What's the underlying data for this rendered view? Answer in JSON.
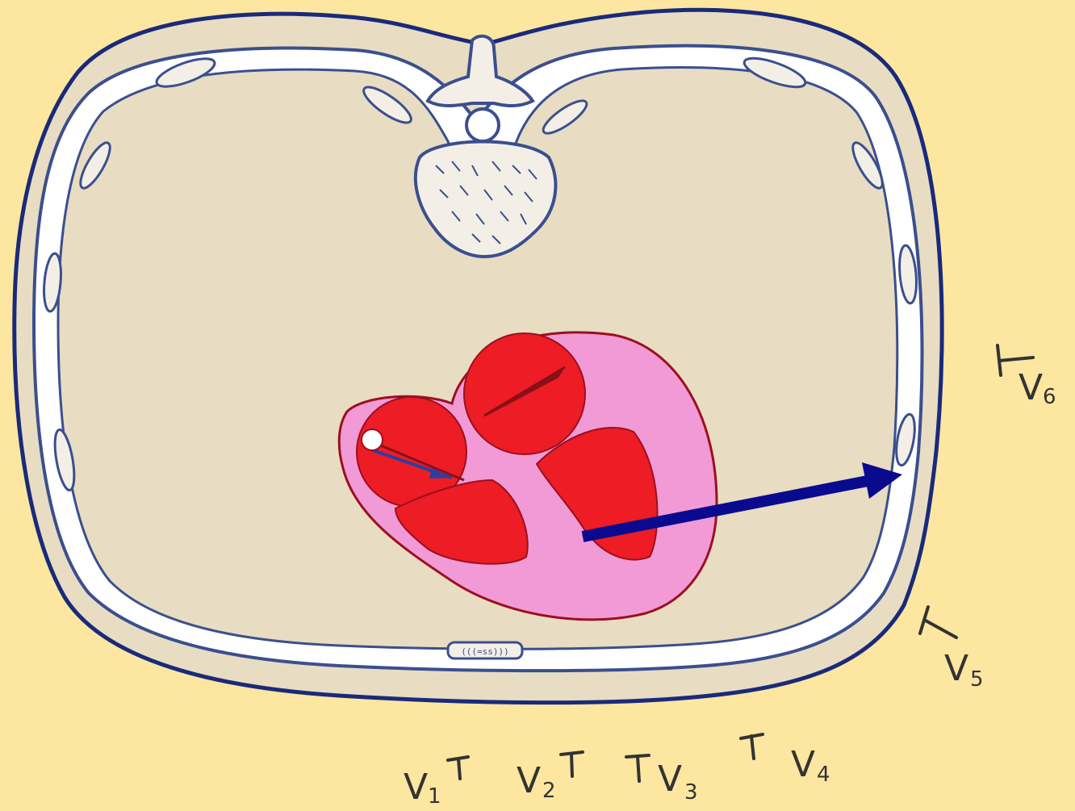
{
  "colors": {
    "background": "#fde6a0",
    "thorax_fill": "#e8dcc2",
    "thorax_outline": "#1a2a7a",
    "rib_ring": "#ffffff",
    "bone_hatch": "#3a4f8f",
    "pericardium": "#f29ad6",
    "myocardium": "#ee1c24",
    "heart_outline": "#9a1020",
    "vector_arrow": "#0a0a8f"
  },
  "leads": [
    {
      "name": "V",
      "sub": "1"
    },
    {
      "name": "V",
      "sub": "2"
    },
    {
      "name": "V",
      "sub": "3"
    },
    {
      "name": "V",
      "sub": "4"
    },
    {
      "name": "V",
      "sub": "5"
    },
    {
      "name": "V",
      "sub": "6"
    }
  ],
  "sternum_text": "(((=ss)))"
}
